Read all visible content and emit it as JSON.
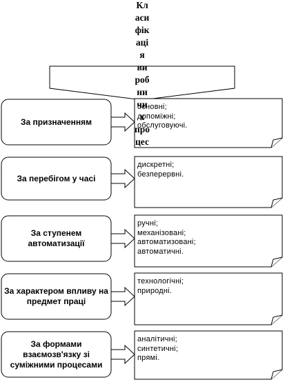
{
  "title": {
    "lines": [
      "Кл",
      "аси",
      "фік",
      "аці",
      "я",
      "ви",
      "роб",
      "ни",
      "чи",
      "х",
      "про",
      "цес"
    ]
  },
  "categories": [
    {
      "label": "За призначенням",
      "items": [
        "основні;",
        "допоміжні;",
        "обслуговуючі."
      ]
    },
    {
      "label": "За перебігом у часі",
      "items": [
        "дискретні;",
        "безперервні."
      ]
    },
    {
      "label": "За ступенем автоматизації",
      "items": [
        "ручні;",
        "механізовані;",
        "автоматизовані;",
        "автоматичні."
      ]
    },
    {
      "label": "За характером впливу на предмет праці",
      "items": [
        "технологічні;",
        "природні."
      ]
    },
    {
      "label": "За формами взаємозв'язку зі суміжними процесами",
      "items": [
        "аналітичні;",
        "синтетичні;",
        "прямі."
      ]
    }
  ]
}
